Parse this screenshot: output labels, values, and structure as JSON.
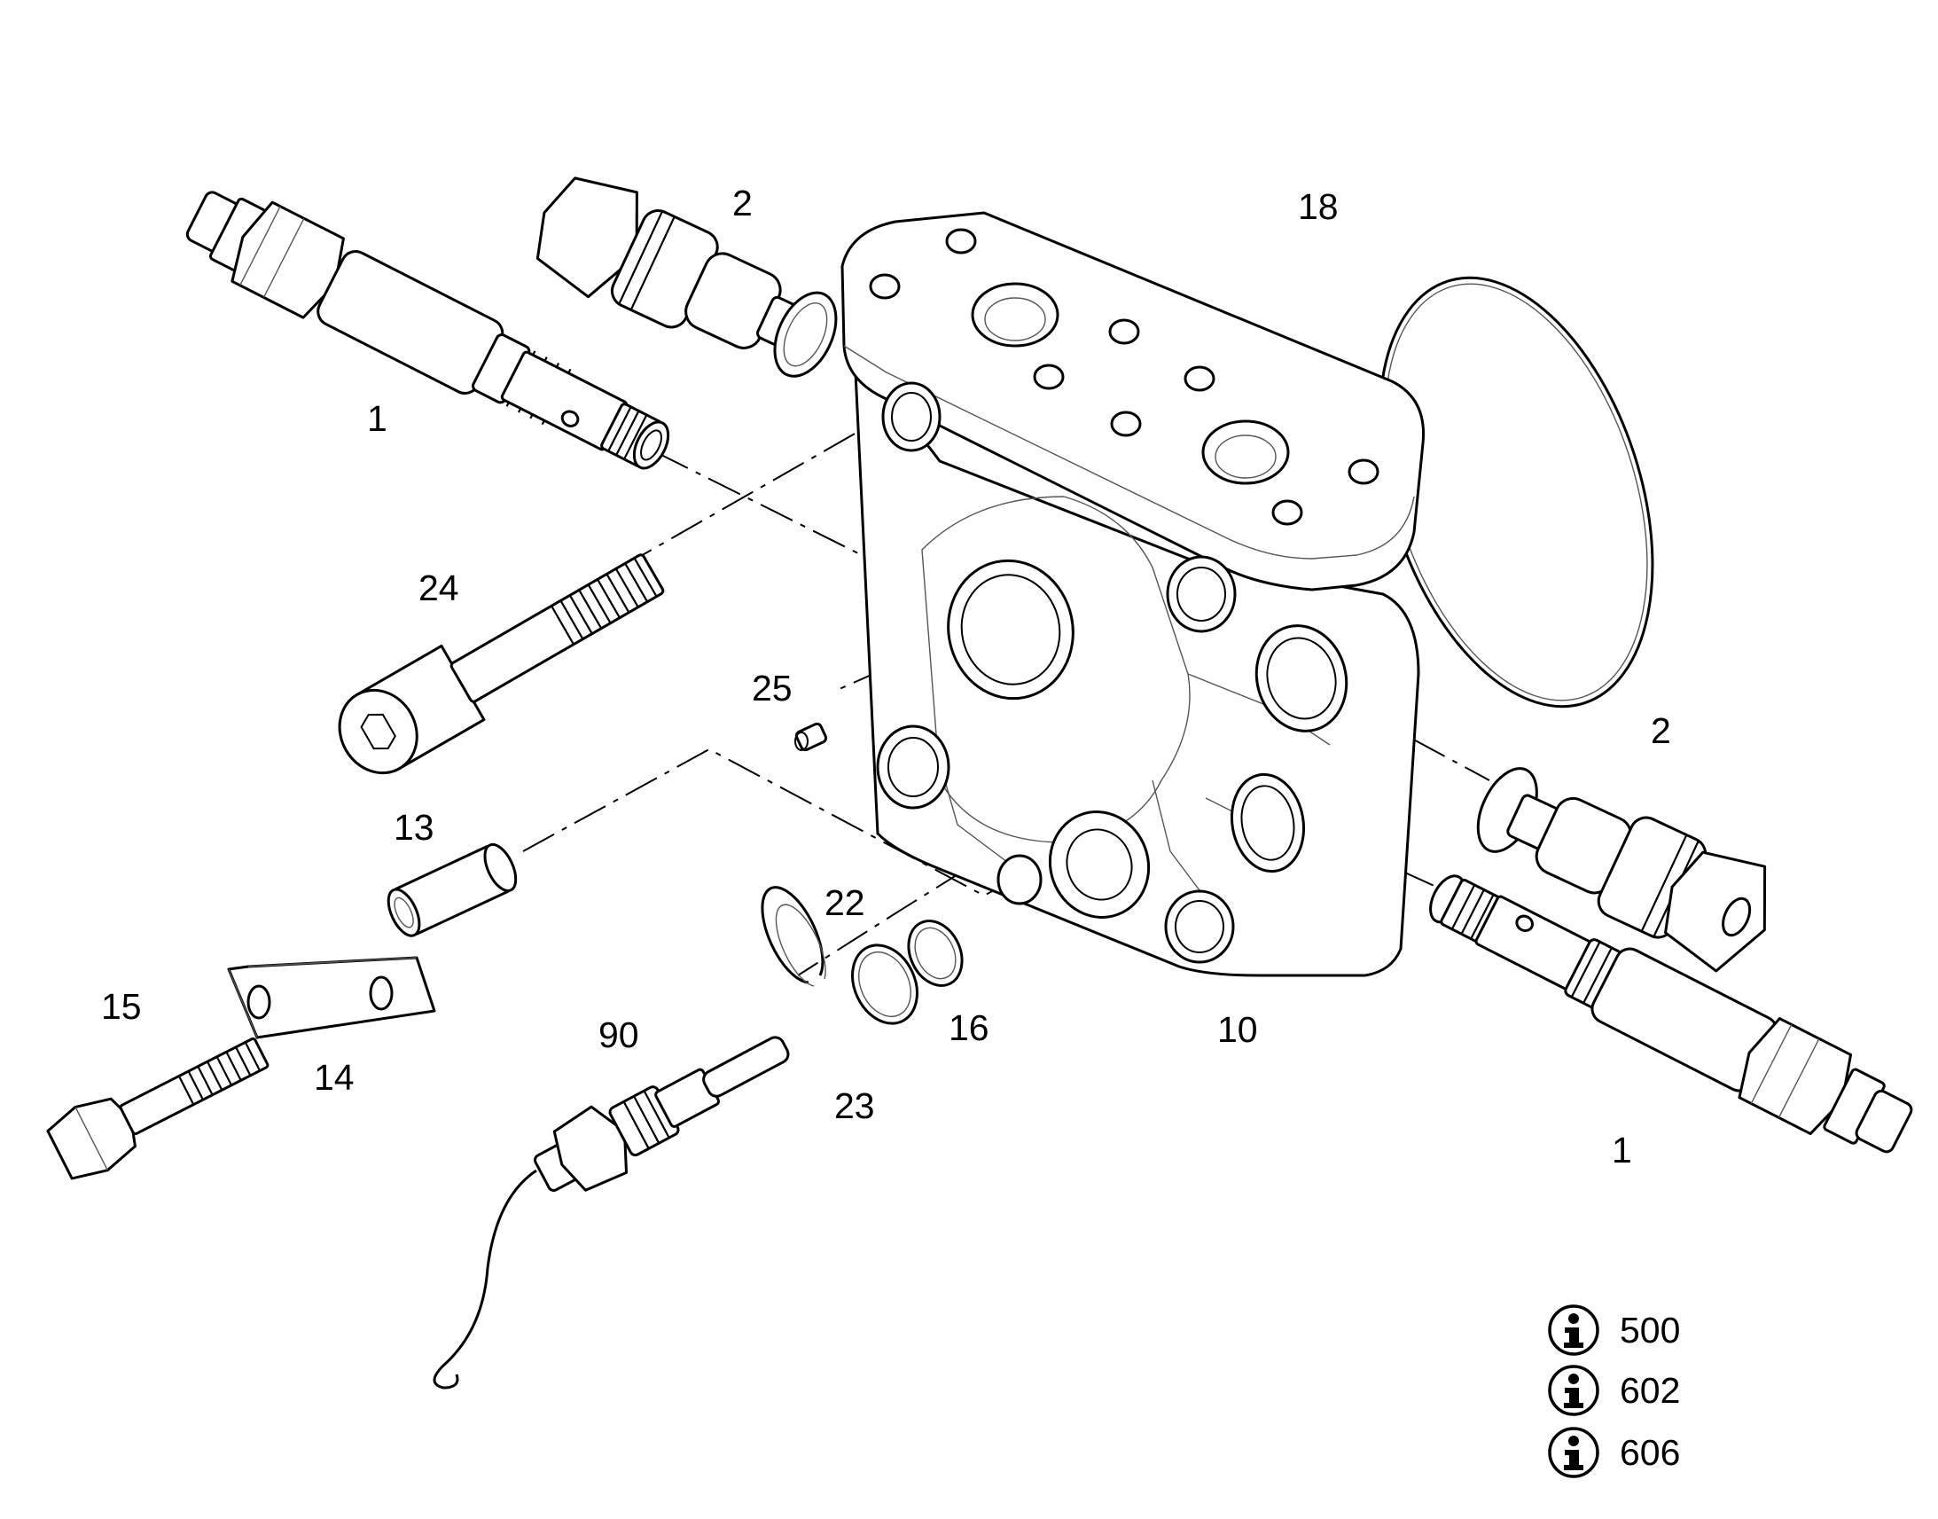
{
  "callouts": {
    "cartridge_left": "1",
    "cartridge_right": "1",
    "check_valve_top": "2",
    "check_valve_right": "2",
    "housing": "10",
    "bushing": "13",
    "plate": "14",
    "bolt": "15",
    "backup_ring": "16",
    "o_ring_large": "18",
    "o_ring_small": "22",
    "snap_ring": "23",
    "socket_screw": "24",
    "pin": "25",
    "sensor": "90"
  },
  "info_refs": [
    {
      "icon": "info-icon",
      "label": "500"
    },
    {
      "icon": "info-icon",
      "label": "602"
    },
    {
      "icon": "info-icon",
      "label": "606"
    }
  ],
  "colors": {
    "line": "#000000",
    "background": "#ffffff"
  }
}
